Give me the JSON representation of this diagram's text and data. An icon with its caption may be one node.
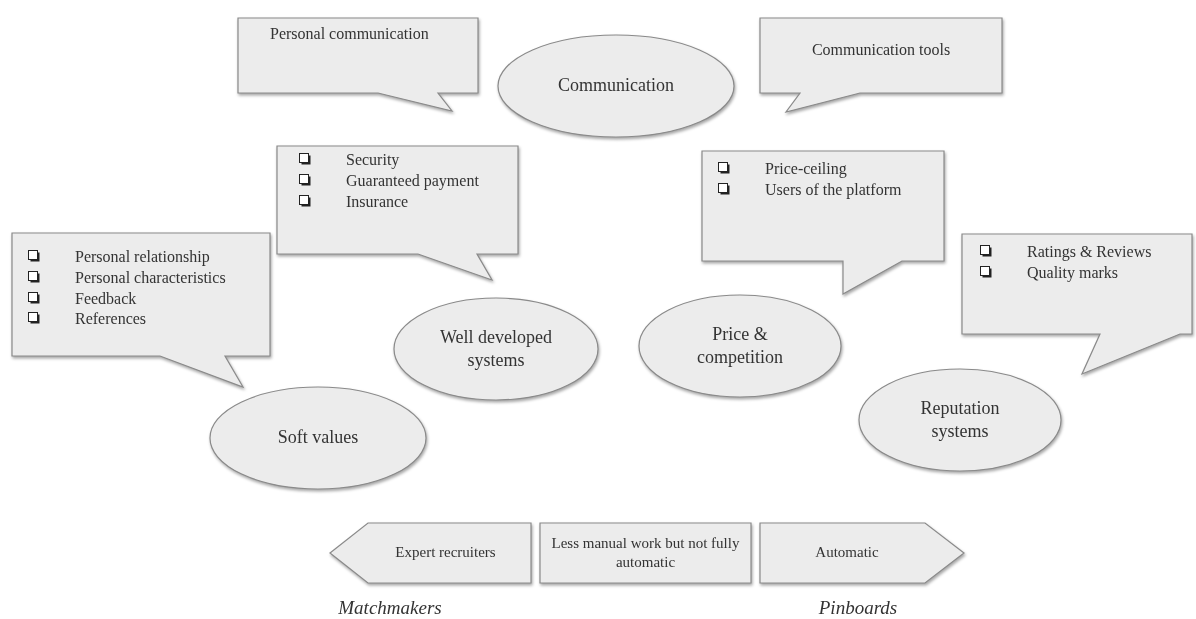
{
  "diagram": {
    "nodes": [
      {
        "text": [
          "Personal communication"
        ]
      },
      {
        "text": [
          "Communication"
        ]
      },
      {
        "text": [
          "Communication tools"
        ]
      },
      {
        "text": [
          "Security",
          "Guaranteed payment",
          "Insurance"
        ]
      },
      {
        "text": [
          "Price-ceiling",
          "Users of the platform"
        ]
      },
      {
        "text": [
          "Personal relationship",
          "Personal characteristics",
          "Feedback",
          "References"
        ]
      },
      {
        "text": [
          "Well developed systems"
        ]
      },
      {
        "text": [
          "Price & competition"
        ]
      },
      {
        "text": [
          "Ratings & Reviews",
          "Quality marks"
        ]
      },
      {
        "text": [
          "Reputation systems"
        ]
      },
      {
        "text": [
          "Soft values"
        ]
      },
      {
        "text": [
          "Expert recruiters"
        ]
      },
      {
        "text": [
          "Less manual work but not fully automatic"
        ]
      },
      {
        "text": [
          "Automatic"
        ]
      }
    ],
    "labels": [
      "Matchmakers",
      "Pinboards"
    ]
  }
}
